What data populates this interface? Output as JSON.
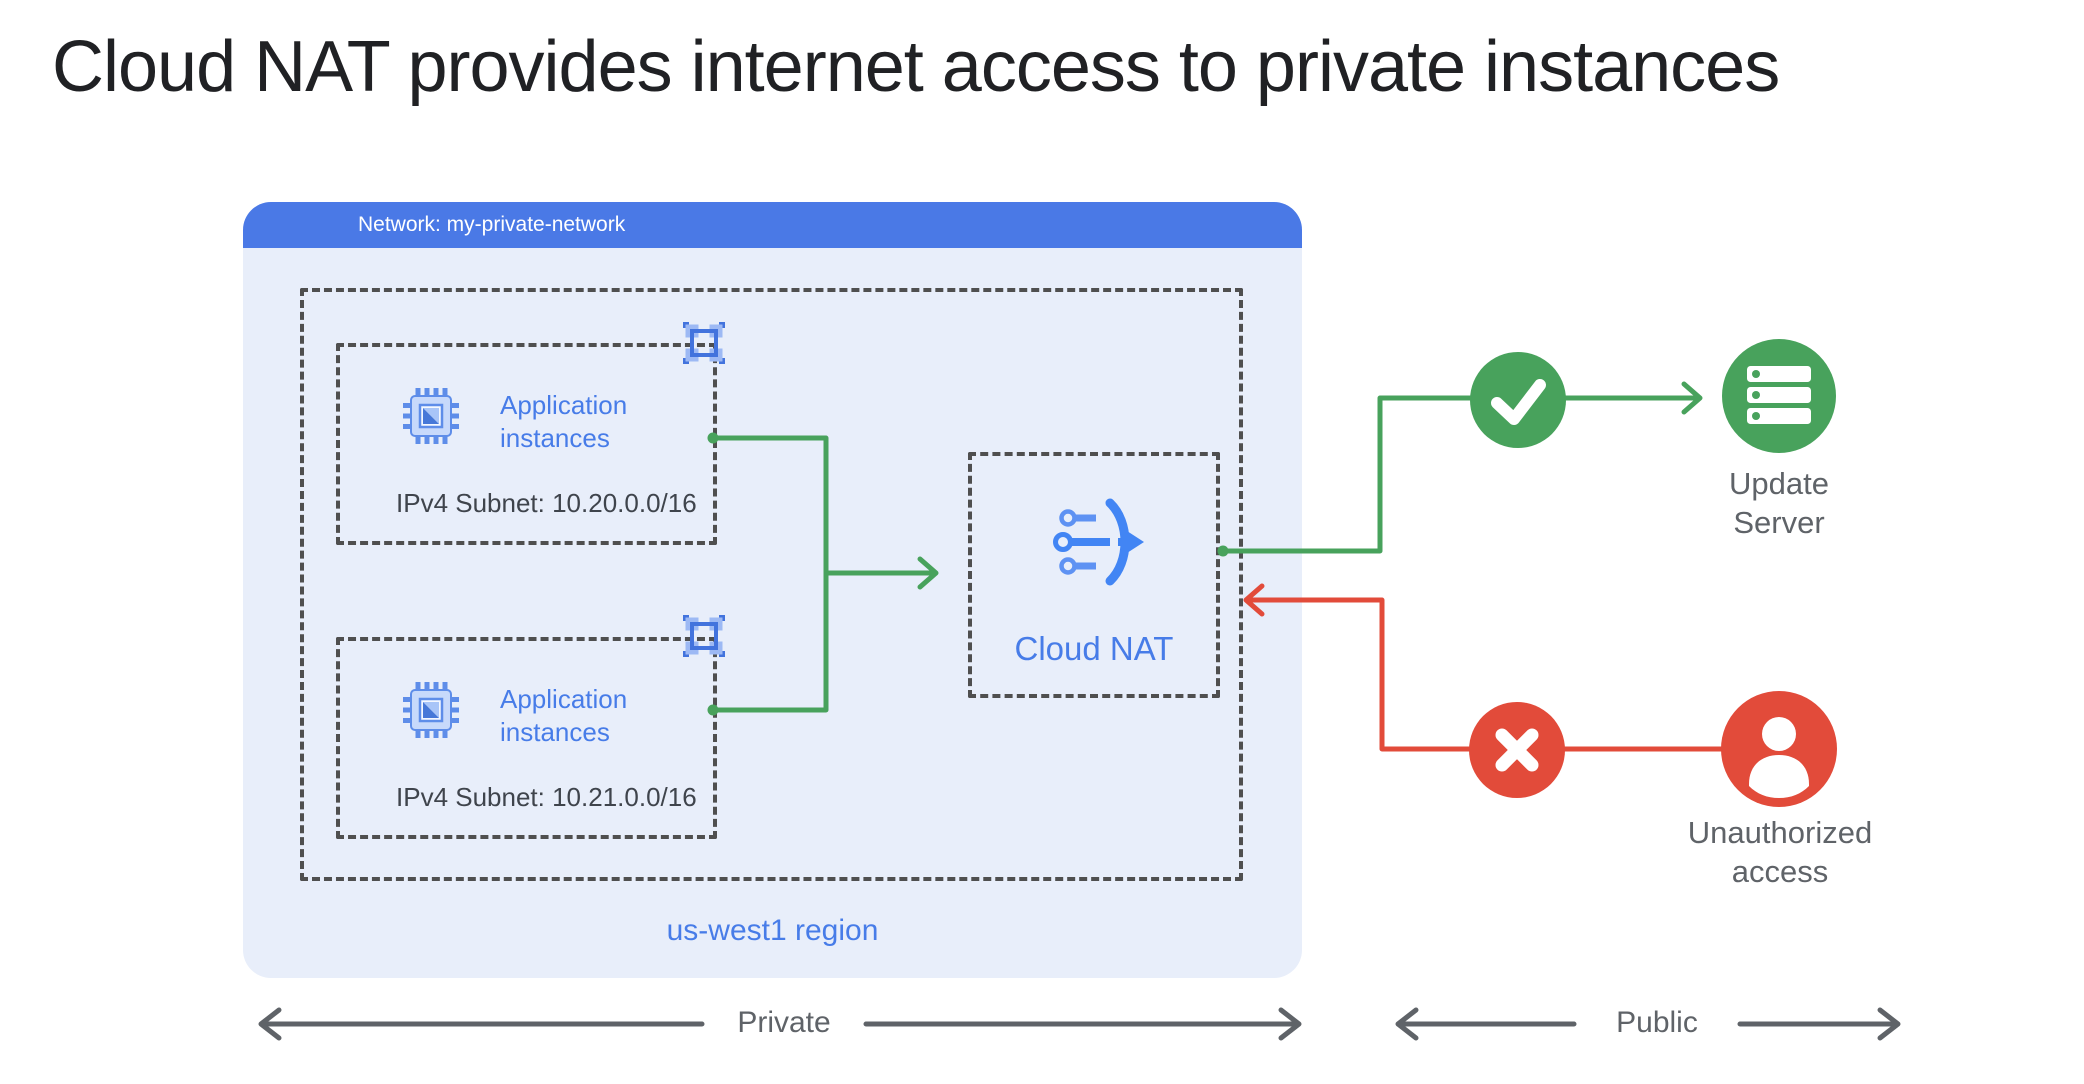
{
  "title": "Cloud NAT provides internet access to private instances",
  "network": {
    "header": "Network: my-private-network",
    "region_label": "us-west1 region",
    "cloud_nat_label": "Cloud NAT",
    "subnets": [
      {
        "app_line1": "Application",
        "app_line2": "instances",
        "subnet": "IPv4 Subnet: 10.20.0.0/16"
      },
      {
        "app_line1": "Application",
        "app_line2": "instances",
        "subnet": "IPv4 Subnet: 10.21.0.0/16"
      }
    ]
  },
  "external": {
    "update_server": {
      "line1": "Update",
      "line2": "Server"
    },
    "unauthorized": {
      "line1": "Unauthorized",
      "line2": "access"
    }
  },
  "axis": {
    "private_label": "Private",
    "public_label": "Public"
  },
  "icons": {
    "chip": "application-instance-cpu-chip",
    "subnet_corner": "subnet-selection-square",
    "nat": "cloud-nat-gateway",
    "check": "allowed-checkmark",
    "server": "update-server-stack",
    "x": "blocked-cross",
    "person": "unauthorized-user"
  },
  "colors": {
    "header_blue": "#4A79E6",
    "container_bg": "#E8EEFA",
    "accent_blue_text": "#477CE8",
    "icon_blue": "#4285F4",
    "icon_blue_light": "#5E92F3",
    "green": "#48A25C",
    "red": "#E24B3A",
    "dash_gray": "#4F4F4F",
    "label_gray": "#5F6368",
    "dark_text": "#3F444C",
    "title_text": "#202124"
  }
}
